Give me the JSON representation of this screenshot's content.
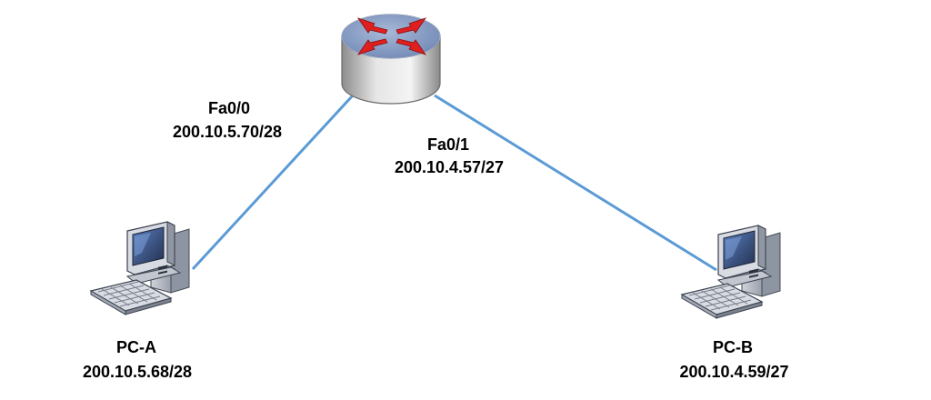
{
  "router": {
    "icon": "router-icon"
  },
  "links": [
    {
      "from": "router",
      "to": "pc_a",
      "color": "#5b9bd5"
    },
    {
      "from": "router",
      "to": "pc_b",
      "color": "#5b9bd5"
    }
  ],
  "interfaces": {
    "fa0_0": {
      "name": "Fa0/0",
      "ip": "200.10.5.70/28"
    },
    "fa0_1": {
      "name": "Fa0/1",
      "ip": "200.10.4.57/27"
    }
  },
  "hosts": {
    "pc_a": {
      "name": "PC-A",
      "ip": "200.10.5.68/28",
      "icon": "desktop-computer-icon"
    },
    "pc_b": {
      "name": "PC-B",
      "ip": "200.10.4.59/27",
      "icon": "desktop-computer-icon"
    }
  },
  "colors": {
    "link": "#5b9bd5",
    "router_arrow": "#e02020"
  }
}
